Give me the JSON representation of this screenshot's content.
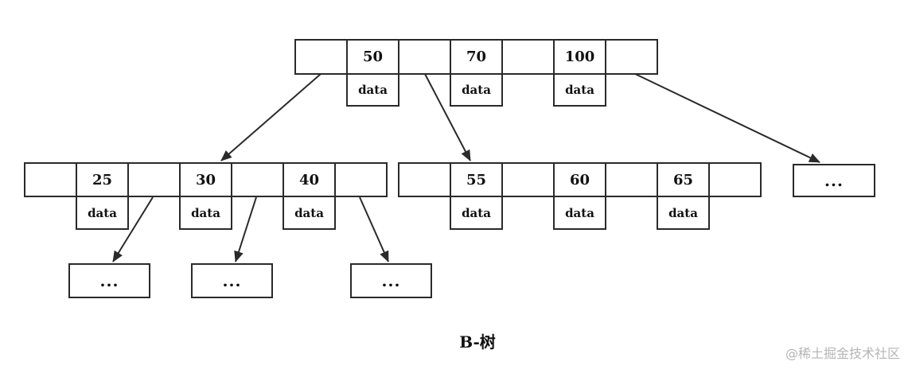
{
  "diagram": {
    "caption": "B-树",
    "watermark": "@稀土掘金技术社区",
    "ellipsis": "...",
    "data_label": "data",
    "root": {
      "keys": [
        "50",
        "70",
        "100"
      ]
    },
    "level1": [
      {
        "keys": [
          "25",
          "30",
          "40"
        ]
      },
      {
        "keys": [
          "55",
          "60",
          "65"
        ]
      },
      {
        "keys": []
      }
    ],
    "level2": [
      {
        "keys": []
      },
      {
        "keys": []
      },
      {
        "keys": []
      }
    ]
  }
}
